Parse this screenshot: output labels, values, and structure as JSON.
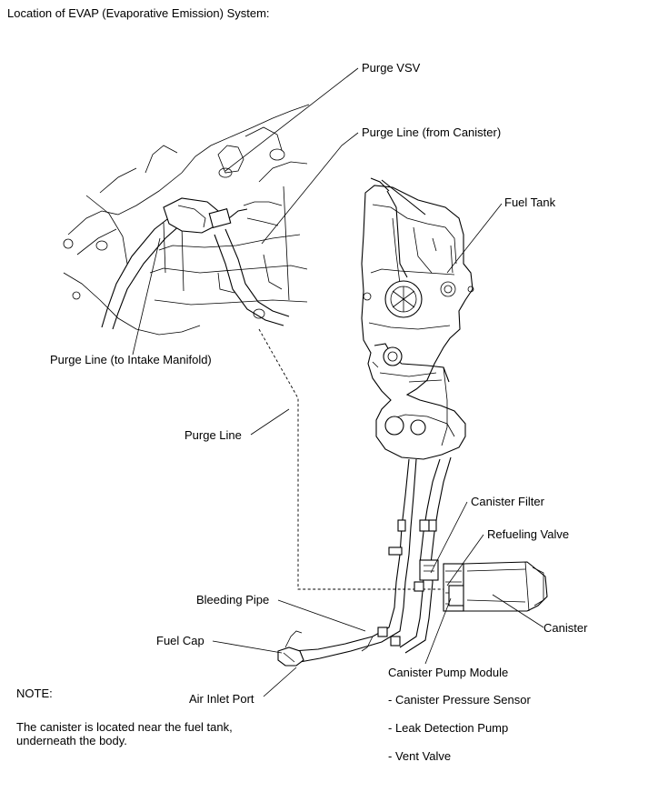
{
  "title": "Location of EVAP (Evaporative Emission) System:",
  "labels": {
    "purge_vsv": "Purge VSV",
    "purge_line_from_canister": "Purge Line (from Canister)",
    "fuel_tank": "Fuel Tank",
    "purge_line_to_intake": "Purge Line (to Intake Manifold)",
    "purge_line": "Purge Line",
    "canister_filter": "Canister Filter",
    "refueling_valve": "Refueling Valve",
    "bleeding_pipe": "Bleeding Pipe",
    "canister": "Canister",
    "fuel_cap": "Fuel Cap",
    "canister_pump_module": "Canister Pump Module",
    "air_inlet_port": "Air Inlet Port"
  },
  "pump_module_parts": [
    "- Canister Pressure Sensor",
    "- Leak Detection Pump",
    "- Vent Valve"
  ],
  "note": {
    "heading": "NOTE:",
    "text": "The canister is located near the fuel tank, underneath the body."
  }
}
